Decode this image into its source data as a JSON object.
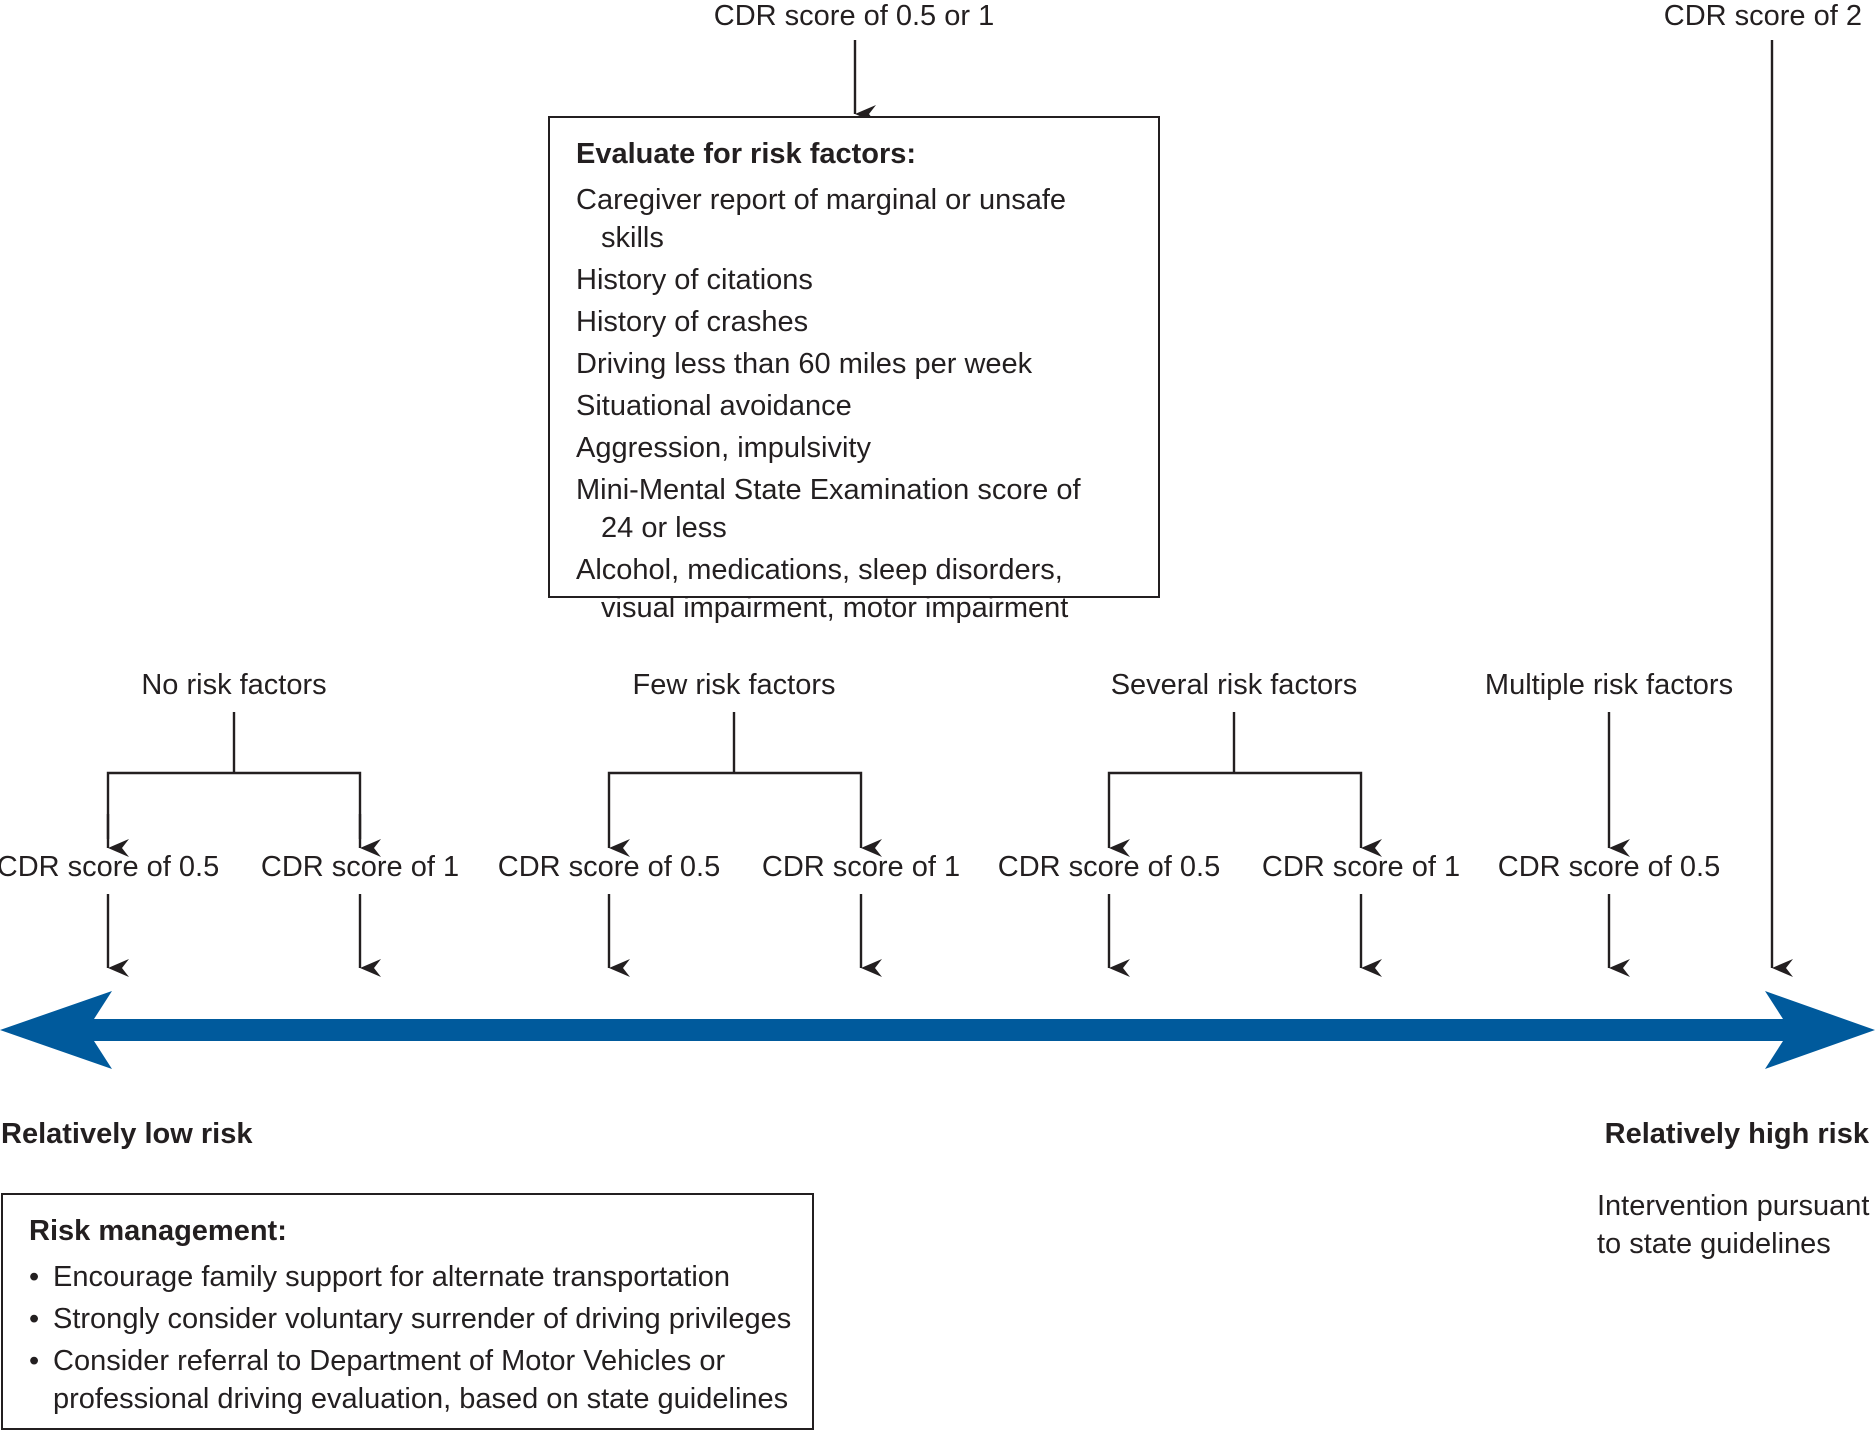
{
  "colors": {
    "axis_arrow": "#005a9c",
    "ink": "#231f20"
  },
  "top": {
    "cdr_low": "CDR score of 0.5 or 1",
    "cdr_high": "CDR score of 2"
  },
  "evaluate_box": {
    "title": "Evaluate for risk factors:",
    "items": [
      "Caregiver report of marginal or unsafe skills",
      "History of citations",
      "History of crashes",
      "Driving less than 60 miles per week",
      "Situational avoidance",
      "Aggression, impulsivity",
      "Mini-Mental State Examination score of 24 or less",
      "Alcohol, medications, sleep disorders, visual impairment, motor impairment"
    ]
  },
  "groups": [
    {
      "label": "No risk factors",
      "scores": [
        "CDR score of 0.5",
        "CDR score of 1"
      ]
    },
    {
      "label": "Few risk factors",
      "scores": [
        "CDR score of 0.5",
        "CDR score of 1"
      ]
    },
    {
      "label": "Several risk factors",
      "scores": [
        "CDR score of 0.5",
        "CDR score of 1"
      ]
    },
    {
      "label": "Multiple risk factors",
      "scores": [
        "CDR score of 0.5"
      ]
    }
  ],
  "axis": {
    "low_label": "Relatively low risk",
    "high_label": "Relatively high risk"
  },
  "risk_management": {
    "title": "Risk management:",
    "items": [
      "Encourage family support for alternate transportation",
      "Strongly consider voluntary surrender of driving privileges",
      "Consider referral to Department of Motor Vehicles or professional driving evaluation, based on state guidelines"
    ]
  },
  "high_risk_note": "Intervention pursuant to state guidelines"
}
